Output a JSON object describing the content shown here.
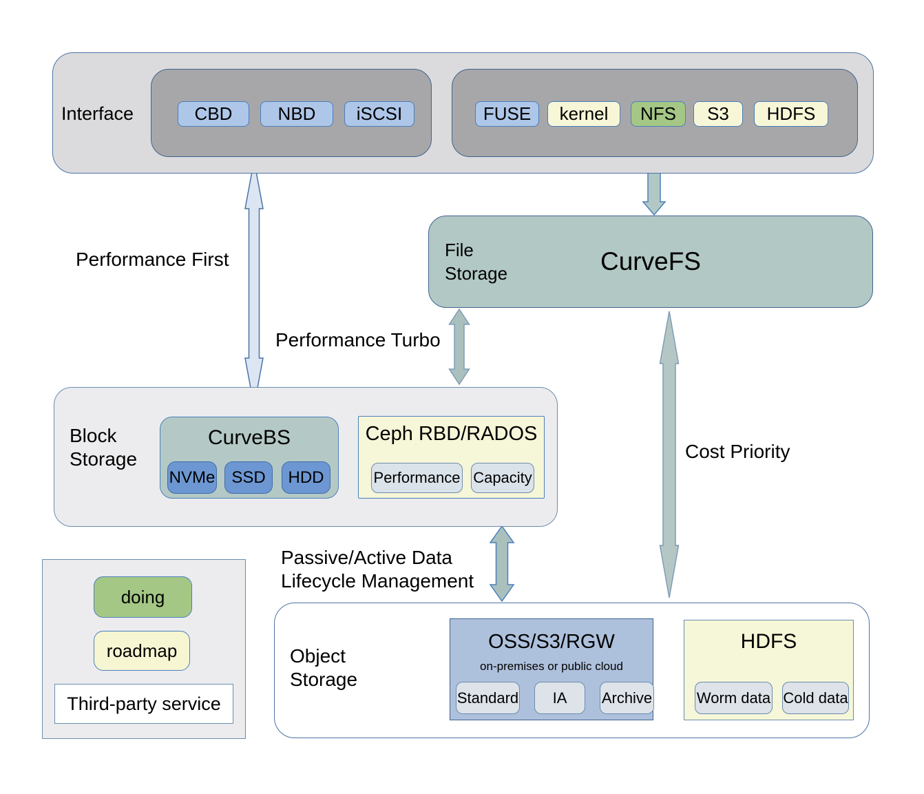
{
  "interface": {
    "label": "Interface",
    "block_chips": [
      {
        "label": "CBD",
        "style": "blue"
      },
      {
        "label": "NBD",
        "style": "blue"
      },
      {
        "label": "iSCSI",
        "style": "blue"
      }
    ],
    "file_chips": [
      {
        "label": "FUSE",
        "style": "blue"
      },
      {
        "label": "kernel",
        "style": "yellow"
      },
      {
        "label": "NFS",
        "style": "green"
      },
      {
        "label": "S3",
        "style": "yellow"
      },
      {
        "label": "HDFS",
        "style": "yellow"
      }
    ]
  },
  "file_storage": {
    "label_line1": "File",
    "label_line2": "Storage",
    "title": "CurveFS"
  },
  "block_storage": {
    "label_line1": "Block",
    "label_line2": "Storage",
    "curvebs": {
      "title": "CurveBS",
      "chips": [
        {
          "label": "NVMe"
        },
        {
          "label": "SSD"
        },
        {
          "label": "HDD"
        }
      ]
    },
    "ceph": {
      "title": "Ceph RBD/RADOS",
      "chips": [
        {
          "label": "Performance"
        },
        {
          "label": "Capacity"
        }
      ]
    }
  },
  "object_storage": {
    "label_line1": "Object",
    "label_line2": "Storage",
    "oss": {
      "title": "OSS/S3/RGW",
      "subtitle": "on-premises or public cloud",
      "chips": [
        {
          "label": "Standard"
        },
        {
          "label": "IA"
        },
        {
          "label": "Archive"
        }
      ]
    },
    "hdfs": {
      "title": "HDFS",
      "chips": [
        {
          "label": "Worm data"
        },
        {
          "label": "Cold data"
        }
      ]
    }
  },
  "legend": {
    "items": [
      {
        "label": "doing",
        "style": "green"
      },
      {
        "label": "roadmap",
        "style": "yellow"
      },
      {
        "label": "Third-party service",
        "style": "white"
      }
    ]
  },
  "annotations": {
    "performance_first": "Performance First",
    "performance_turbo": "Performance Turbo",
    "cost_priority": "Cost Priority",
    "lifecycle_line1": "Passive/Active Data",
    "lifecycle_line2": "Lifecycle Management"
  },
  "palette": {
    "doing_green": "#a4c785",
    "roadmap_yellow": "#f7f7d8",
    "interface_chip_blue": "#aec6e8",
    "curve_teal": "#b2c8c4",
    "device_blue": "#6d97d2",
    "oss_blue": "#aec1dc",
    "neutral_chip_gray": "#dde3e9",
    "panel_gray": "#ececee",
    "interface_inner_gray": "#a7a7a9",
    "border_blue": "#4a7ebb"
  }
}
